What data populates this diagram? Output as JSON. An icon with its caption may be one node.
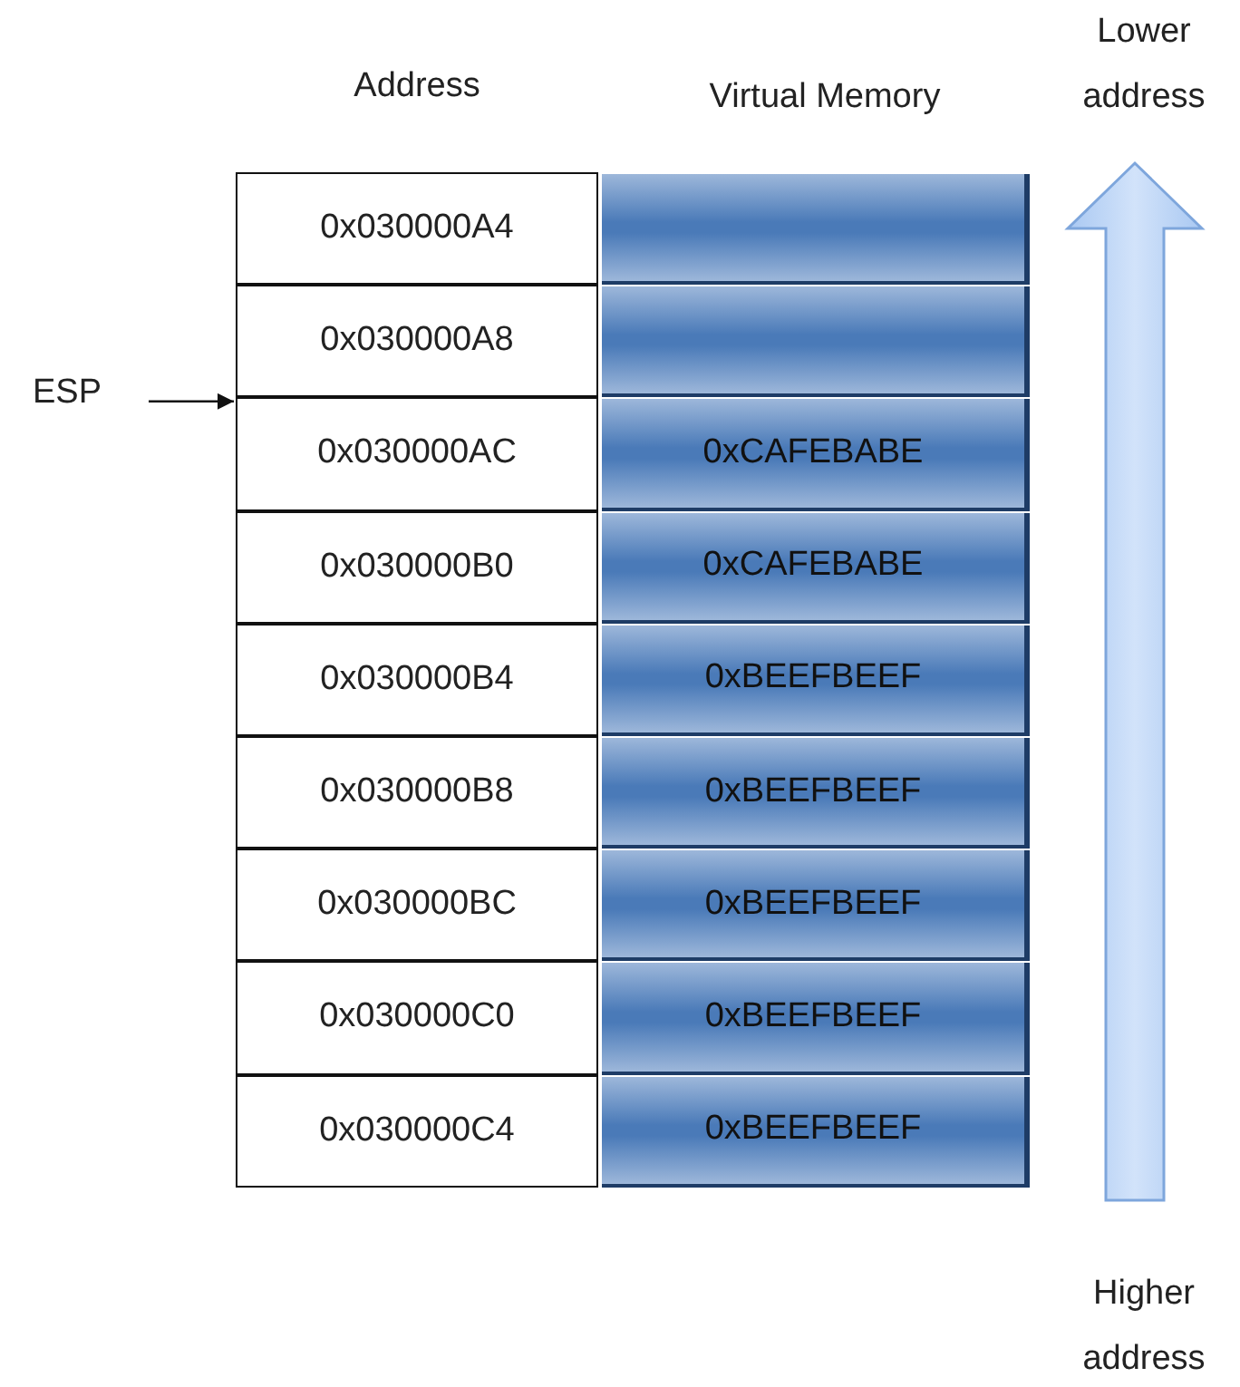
{
  "diagram": {
    "nodes": [
      {
        "text": [
          "ESP"
        ]
      },
      {
        "text": [
          "0x030000A4"
        ]
      },
      {
        "text": [],
        "shape": "box"
      },
      {
        "text": [
          "0x030000A8"
        ]
      },
      {
        "text": [],
        "shape": "box"
      },
      {
        "text": [
          "0x030000AC"
        ]
      },
      {
        "text": [
          "0xCAFEBABE"
        ]
      },
      {
        "text": [
          "0x030000B0"
        ]
      },
      {
        "text": [
          "0xCAFEBABE"
        ]
      },
      {
        "text": [
          "0x030000B4"
        ]
      },
      {
        "text": [
          "0xBEEFBEEF"
        ]
      },
      {
        "text": [
          "0x030000B8"
        ]
      },
      {
        "text": [
          "0xBEEFBEEF"
        ]
      },
      {
        "text": [
          "0x030000BC"
        ]
      },
      {
        "text": [
          "0xBEEFBEEF"
        ]
      },
      {
        "text": [
          "0x030000C0"
        ]
      },
      {
        "text": [
          "0xBEEFBEEF"
        ]
      },
      {
        "text": [
          "0x030000C4"
        ]
      },
      {
        "text": [
          "0xBEEFBEEF"
        ]
      }
    ],
    "edges": [
      {
        "from": 0,
        "to": 5,
        "arrow": "to"
      }
    ],
    "labels": [
      "Lower address",
      "Address",
      "Virtual Memory",
      "Higher address"
    ]
  }
}
